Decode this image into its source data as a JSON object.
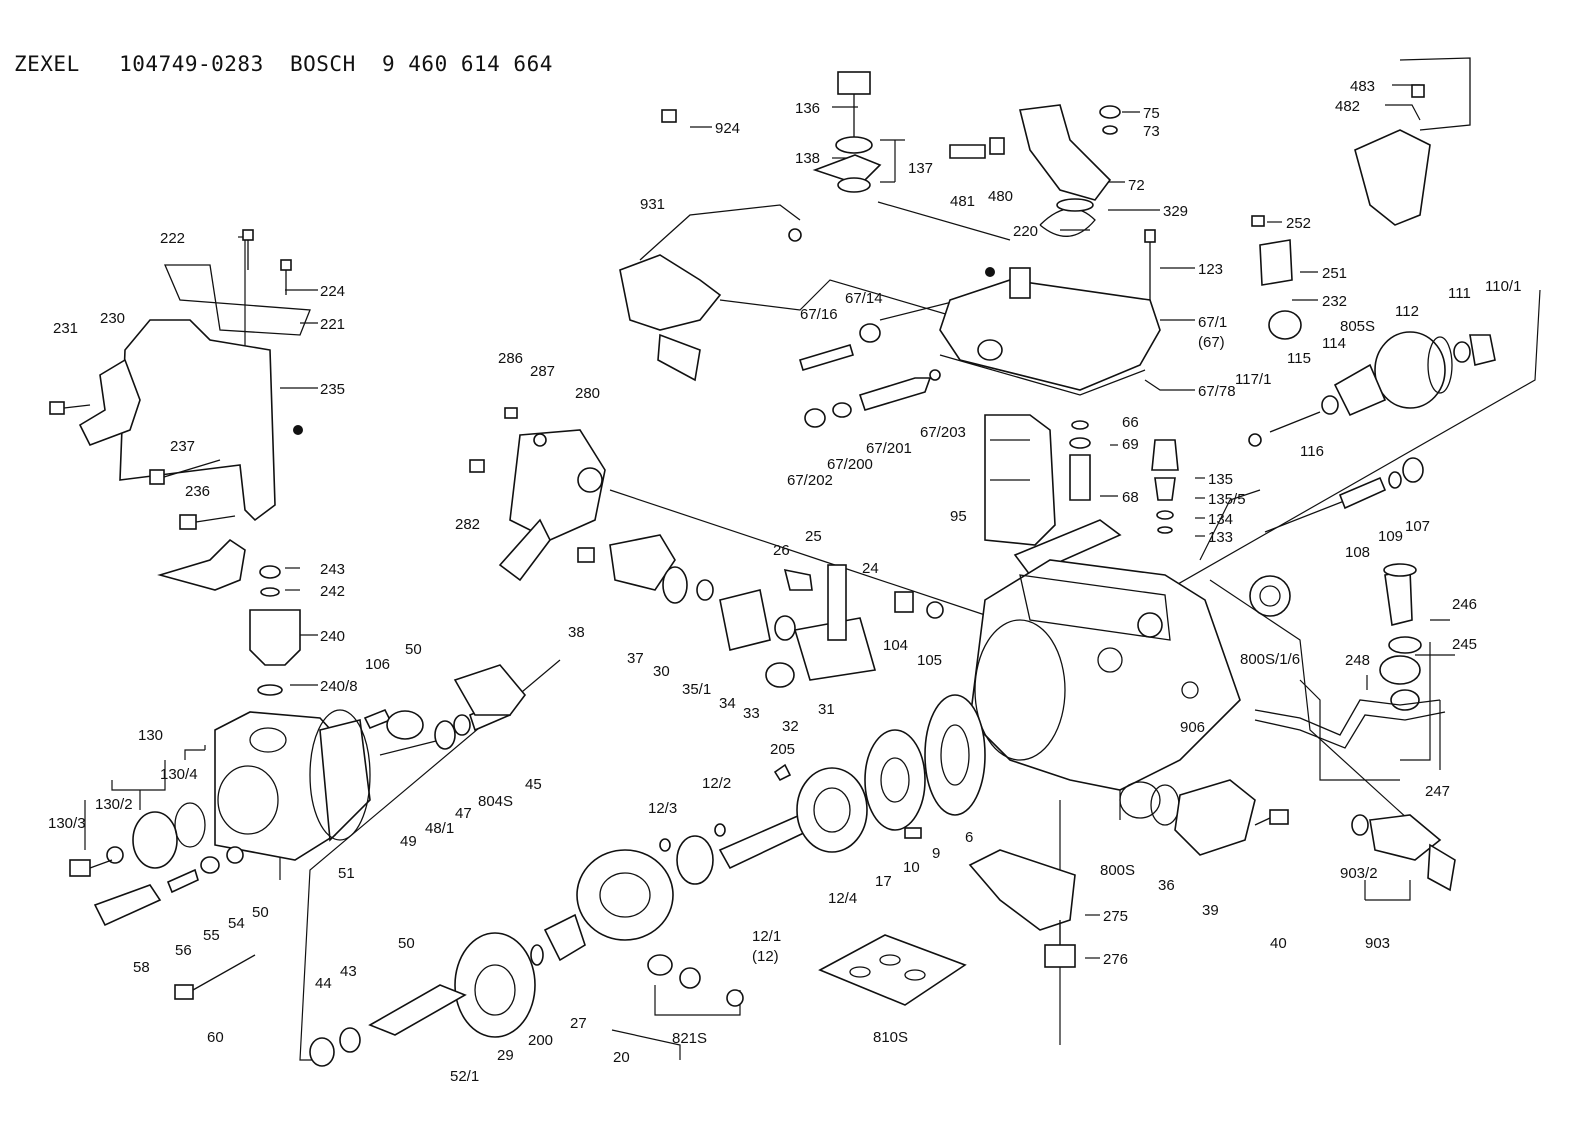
{
  "header": {
    "title": "ZEXEL   104749-0283  BOSCH  9 460 614 664"
  },
  "callouts": [
    {
      "id": "924",
      "text": "924"
    },
    {
      "id": "136",
      "text": "136"
    },
    {
      "id": "138",
      "text": "138"
    },
    {
      "id": "137",
      "text": "137"
    },
    {
      "id": "75",
      "text": "75"
    },
    {
      "id": "73",
      "text": "73"
    },
    {
      "id": "72",
      "text": "72"
    },
    {
      "id": "481",
      "text": "481"
    },
    {
      "id": "480",
      "text": "480"
    },
    {
      "id": "329",
      "text": "329"
    },
    {
      "id": "220",
      "text": "220"
    },
    {
      "id": "123",
      "text": "123"
    },
    {
      "id": "483",
      "text": "483"
    },
    {
      "id": "482",
      "text": "482"
    },
    {
      "id": "252",
      "text": "252"
    },
    {
      "id": "251",
      "text": "251"
    },
    {
      "id": "232",
      "text": "232"
    },
    {
      "id": "110_1",
      "text": "110/1"
    },
    {
      "id": "111",
      "text": "111"
    },
    {
      "id": "112",
      "text": "112"
    },
    {
      "id": "805S",
      "text": "805S"
    },
    {
      "id": "114",
      "text": "114"
    },
    {
      "id": "115",
      "text": "115"
    },
    {
      "id": "117_1",
      "text": "117/1"
    },
    {
      "id": "116",
      "text": "116"
    },
    {
      "id": "931",
      "text": "931"
    },
    {
      "id": "67_14",
      "text": "67/14"
    },
    {
      "id": "67_16",
      "text": "67/16"
    },
    {
      "id": "67_1",
      "text": "67/1"
    },
    {
      "id": "67p",
      "text": "(67)"
    },
    {
      "id": "67_78",
      "text": "67/78"
    },
    {
      "id": "67_203",
      "text": "67/203"
    },
    {
      "id": "67_201",
      "text": "67/201"
    },
    {
      "id": "67_200",
      "text": "67/200"
    },
    {
      "id": "67_202",
      "text": "67/202"
    },
    {
      "id": "66",
      "text": "66"
    },
    {
      "id": "69",
      "text": "69"
    },
    {
      "id": "68",
      "text": "68"
    },
    {
      "id": "95",
      "text": "95"
    },
    {
      "id": "135",
      "text": "135"
    },
    {
      "id": "135_5",
      "text": "135/5"
    },
    {
      "id": "134",
      "text": "134"
    },
    {
      "id": "133",
      "text": "133"
    },
    {
      "id": "108",
      "text": "108"
    },
    {
      "id": "109",
      "text": "109"
    },
    {
      "id": "107",
      "text": "107"
    },
    {
      "id": "222",
      "text": "222"
    },
    {
      "id": "224",
      "text": "224"
    },
    {
      "id": "221",
      "text": "221"
    },
    {
      "id": "231",
      "text": "231"
    },
    {
      "id": "230",
      "text": "230"
    },
    {
      "id": "235",
      "text": "235"
    },
    {
      "id": "237",
      "text": "237"
    },
    {
      "id": "236",
      "text": "236"
    },
    {
      "id": "286",
      "text": "286"
    },
    {
      "id": "287",
      "text": "287"
    },
    {
      "id": "280",
      "text": "280"
    },
    {
      "id": "282",
      "text": "282"
    },
    {
      "id": "243",
      "text": "243"
    },
    {
      "id": "242",
      "text": "242"
    },
    {
      "id": "240",
      "text": "240"
    },
    {
      "id": "240_8",
      "text": "240/8"
    },
    {
      "id": "106",
      "text": "106"
    },
    {
      "id": "50a",
      "text": "50"
    },
    {
      "id": "38",
      "text": "38"
    },
    {
      "id": "37",
      "text": "37"
    },
    {
      "id": "30",
      "text": "30"
    },
    {
      "id": "35_1",
      "text": "35/1"
    },
    {
      "id": "34",
      "text": "34"
    },
    {
      "id": "33",
      "text": "33"
    },
    {
      "id": "32",
      "text": "32"
    },
    {
      "id": "31",
      "text": "31"
    },
    {
      "id": "26",
      "text": "26"
    },
    {
      "id": "25",
      "text": "25"
    },
    {
      "id": "24",
      "text": "24"
    },
    {
      "id": "104",
      "text": "104"
    },
    {
      "id": "105",
      "text": "105"
    },
    {
      "id": "800S_1_6",
      "text": "800S/1/6"
    },
    {
      "id": "906",
      "text": "906"
    },
    {
      "id": "246",
      "text": "246"
    },
    {
      "id": "245",
      "text": "245"
    },
    {
      "id": "248",
      "text": "248"
    },
    {
      "id": "247",
      "text": "247"
    },
    {
      "id": "130",
      "text": "130"
    },
    {
      "id": "130_4",
      "text": "130/4"
    },
    {
      "id": "130_2",
      "text": "130/2"
    },
    {
      "id": "130_3",
      "text": "130/3"
    },
    {
      "id": "49",
      "text": "49"
    },
    {
      "id": "48_1",
      "text": "48/1"
    },
    {
      "id": "47",
      "text": "47"
    },
    {
      "id": "804S",
      "text": "804S"
    },
    {
      "id": "45",
      "text": "45"
    },
    {
      "id": "51",
      "text": "51"
    },
    {
      "id": "50b",
      "text": "50"
    },
    {
      "id": "54",
      "text": "54"
    },
    {
      "id": "55",
      "text": "55"
    },
    {
      "id": "56",
      "text": "56"
    },
    {
      "id": "58",
      "text": "58"
    },
    {
      "id": "60",
      "text": "60"
    },
    {
      "id": "205",
      "text": "205"
    },
    {
      "id": "12_2",
      "text": "12/2"
    },
    {
      "id": "12_3",
      "text": "12/3"
    },
    {
      "id": "12_4",
      "text": "12/4"
    },
    {
      "id": "17",
      "text": "17"
    },
    {
      "id": "10",
      "text": "10"
    },
    {
      "id": "9",
      "text": "9"
    },
    {
      "id": "6",
      "text": "6"
    },
    {
      "id": "12_1",
      "text": "12/1"
    },
    {
      "id": "12p",
      "text": "(12)"
    },
    {
      "id": "800S",
      "text": "800S"
    },
    {
      "id": "36",
      "text": "36"
    },
    {
      "id": "39",
      "text": "39"
    },
    {
      "id": "40",
      "text": "40"
    },
    {
      "id": "903_2",
      "text": "903/2"
    },
    {
      "id": "903",
      "text": "903"
    },
    {
      "id": "275",
      "text": "275"
    },
    {
      "id": "276",
      "text": "276"
    },
    {
      "id": "810S",
      "text": "810S"
    },
    {
      "id": "50c",
      "text": "50"
    },
    {
      "id": "44",
      "text": "44"
    },
    {
      "id": "43",
      "text": "43"
    },
    {
      "id": "52_1",
      "text": "52/1"
    },
    {
      "id": "29",
      "text": "29"
    },
    {
      "id": "200",
      "text": "200"
    },
    {
      "id": "27",
      "text": "27"
    },
    {
      "id": "20",
      "text": "20"
    },
    {
      "id": "821S",
      "text": "821S"
    }
  ]
}
